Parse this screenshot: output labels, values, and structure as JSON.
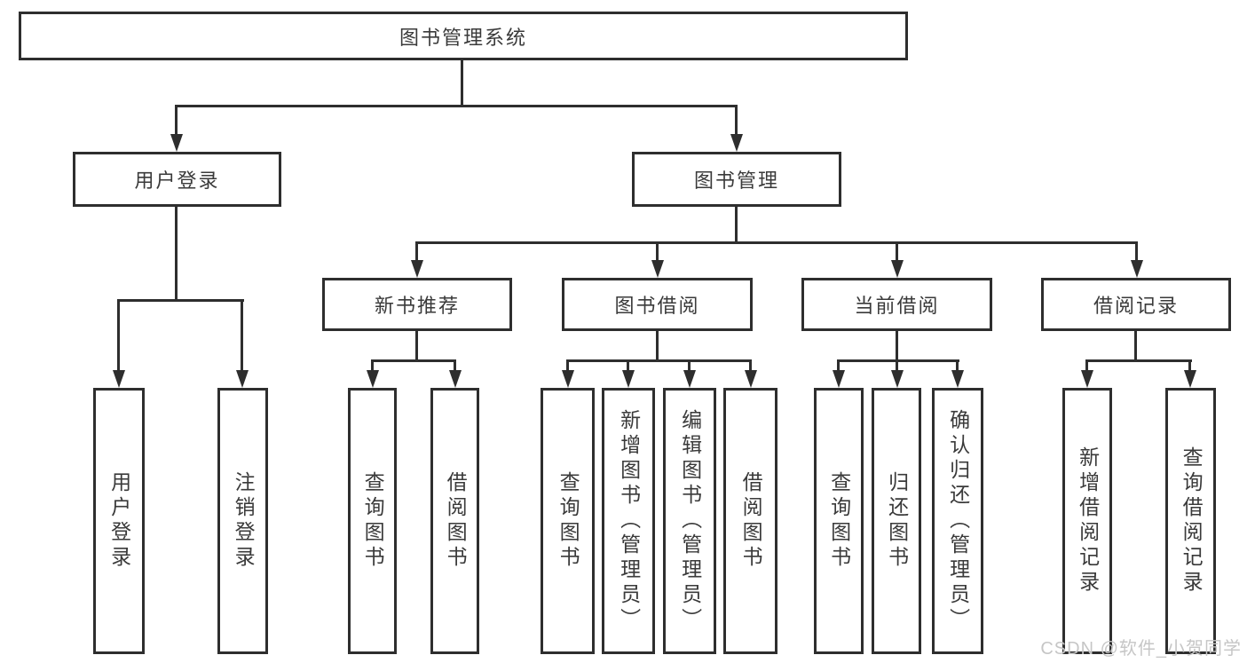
{
  "diagram": {
    "type": "hierarchy",
    "root": {
      "label": "图书管理系统"
    },
    "level2": [
      {
        "label": "用户登录"
      },
      {
        "label": "图书管理"
      }
    ],
    "level3": [
      {
        "label": "新书推荐",
        "parent": "图书管理"
      },
      {
        "label": "图书借阅",
        "parent": "图书管理"
      },
      {
        "label": "当前借阅",
        "parent": "图书管理"
      },
      {
        "label": "借阅记录",
        "parent": "图书管理"
      }
    ],
    "leaves": [
      {
        "label": "用户登录",
        "parent": "用户登录"
      },
      {
        "label": "注销登录",
        "parent": "用户登录"
      },
      {
        "label": "查询图书",
        "parent": "新书推荐"
      },
      {
        "label": "借阅图书",
        "parent": "新书推荐"
      },
      {
        "label": "查询图书",
        "parent": "图书借阅"
      },
      {
        "label": "新增图书（管理员）",
        "parent": "图书借阅"
      },
      {
        "label": "编辑图书（管理员）",
        "parent": "图书借阅"
      },
      {
        "label": "借阅图书",
        "parent": "图书借阅"
      },
      {
        "label": "查询图书",
        "parent": "当前借阅"
      },
      {
        "label": "归还图书",
        "parent": "当前借阅"
      },
      {
        "label": "确认归还（管理员）",
        "parent": "当前借阅"
      },
      {
        "label": "新增借阅记录",
        "parent": "借阅记录"
      },
      {
        "label": "查询借阅记录",
        "parent": "借阅记录"
      }
    ]
  },
  "watermark": "CSDN @软件_小贺同学",
  "colors": {
    "line": "#2e2e2e",
    "border": "#2e2e2e",
    "text": "#3a3a3a",
    "watermark": "#c6c6c6",
    "background": "#ffffff"
  }
}
